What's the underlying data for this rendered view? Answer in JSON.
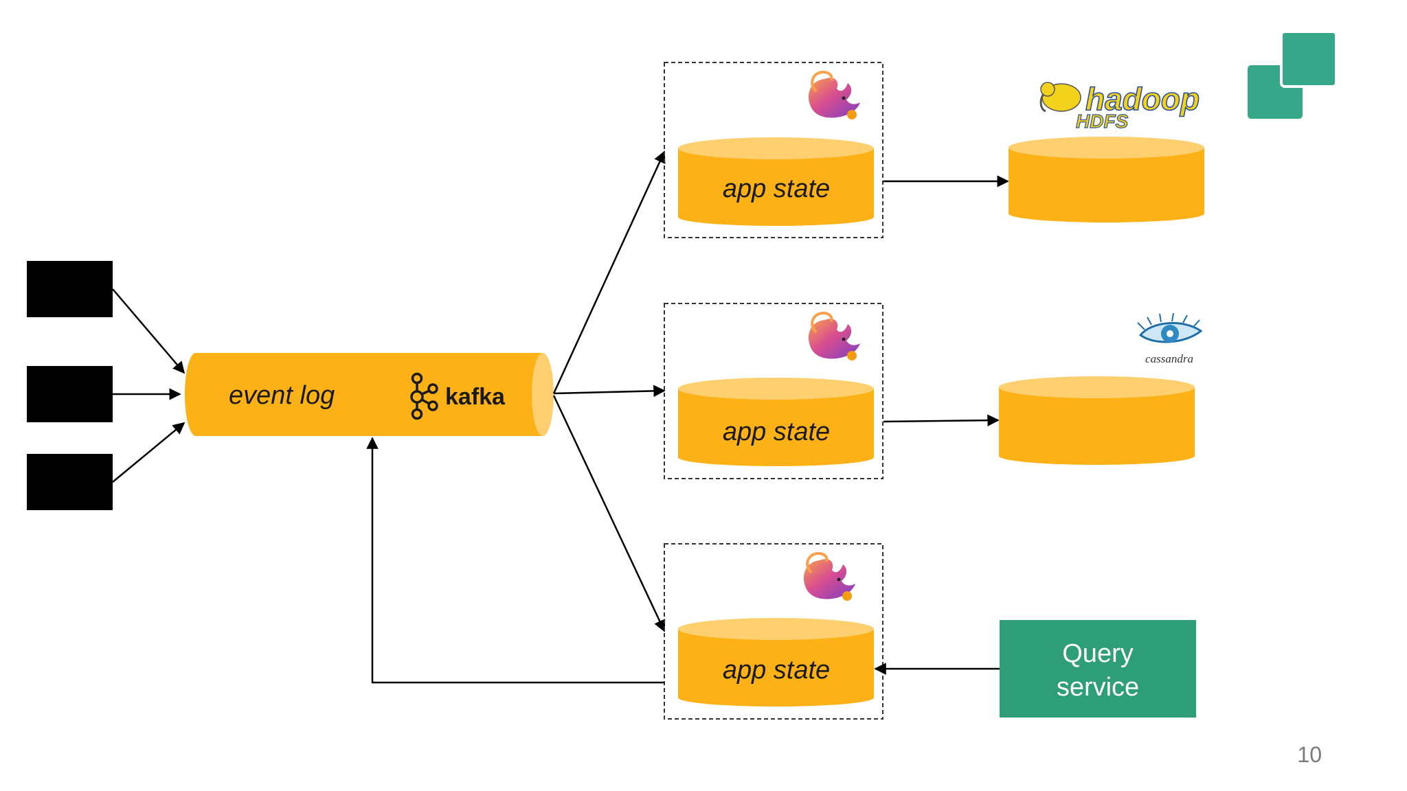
{
  "colors": {
    "cylinder": "#FCB116",
    "cylinder_top": "#FDCF6E",
    "query_box": "#2E9E78",
    "logo_green": "#36A887",
    "source_box": "#000000"
  },
  "event_log": {
    "label": "event log",
    "logo_text": "kafka",
    "logo_icon": "kafka-icon"
  },
  "apps": [
    {
      "label": "app state",
      "icon": "flink-squirrel-icon"
    },
    {
      "label": "app state",
      "icon": "flink-squirrel-icon"
    },
    {
      "label": "app state",
      "icon": "flink-squirrel-icon"
    }
  ],
  "sinks": [
    {
      "logo_line1": "hadoop",
      "logo_line2": "HDFS",
      "icon": "hadoop-elephant-icon"
    },
    {
      "logo_text": "cassandra",
      "icon": "cassandra-eye-icon"
    }
  ],
  "query_service": {
    "line1": "Query",
    "line2": "service"
  },
  "corner_logo": {
    "icon": "two-squares-logo-icon"
  },
  "page_number": "10"
}
